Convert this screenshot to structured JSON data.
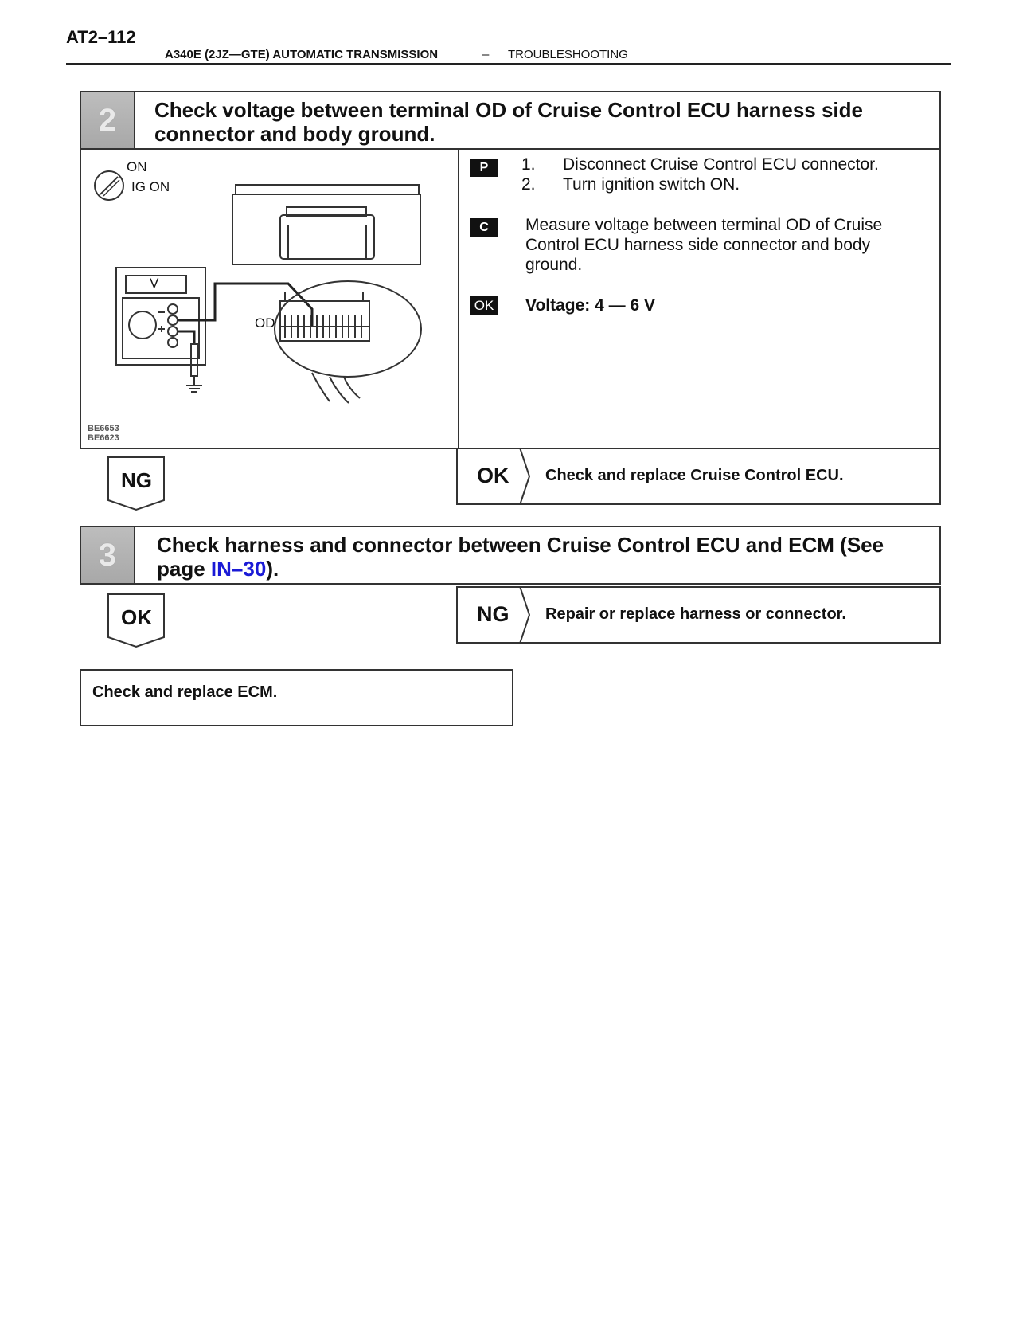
{
  "header": {
    "page_number": "AT2–112",
    "title": "A340E (2JZ—GTE) AUTOMATIC TRANSMISSION",
    "dash": "–",
    "section": "TROUBLESHOOTING"
  },
  "step2": {
    "number": "2",
    "title_line1": "Check voltage between terminal OD of Cruise Control ECU harness side",
    "title_line2": "connector and body ground.",
    "illustration": {
      "ign_on": "ON",
      "ig_on": "IG ON",
      "meter_label": "V",
      "terminal_label": "OD",
      "code1": "BE6653",
      "code2": "BE6623"
    },
    "prep_badge": "P",
    "prep_items": [
      {
        "num": "1.",
        "text": "Disconnect Cruise Control ECU connector."
      },
      {
        "num": "2.",
        "text": "Turn ignition switch ON."
      }
    ],
    "check_badge": "C",
    "check_line1": "Measure voltage between terminal OD of Cruise",
    "check_line2": "Control ECU harness side connector and body",
    "check_line3": "ground.",
    "ok_badge": "OK",
    "ok_text": "Voltage:  4 — 6 V",
    "ng_label": "NG",
    "ok_label": "OK",
    "ok_result": "Check and replace Cruise Control ECU."
  },
  "step3": {
    "number": "3",
    "title_line1": "Check harness and connector between Cruise Control ECU and ECM (See",
    "title_page_prefix": "page ",
    "title_link": "IN–30",
    "title_suffix": ").",
    "ok_label": "OK",
    "ng_label": "NG",
    "ng_result": "Repair or replace harness or connector.",
    "final_result": "Check and replace ECM."
  }
}
